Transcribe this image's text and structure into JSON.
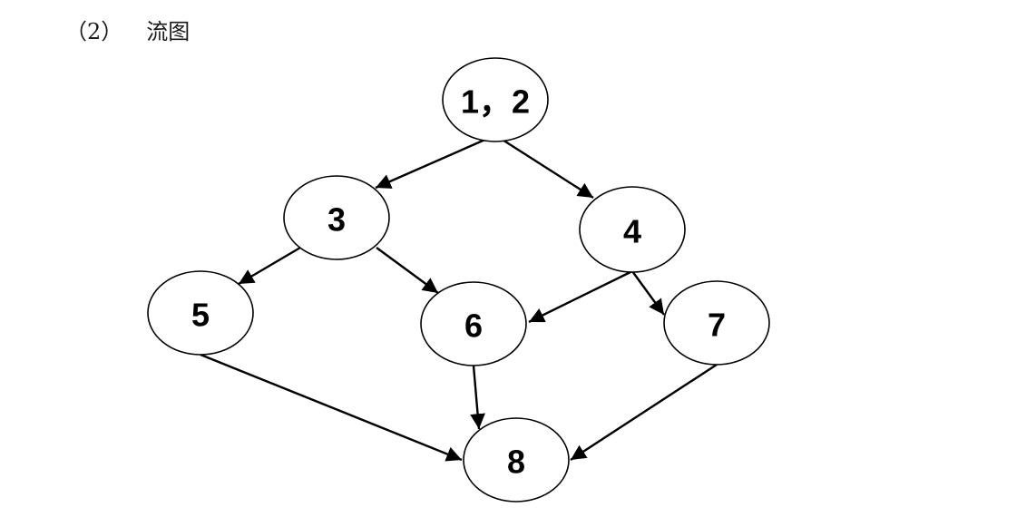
{
  "section": {
    "number": "（2）",
    "title": "流图"
  },
  "flow_graph": {
    "nodes": [
      {
        "id": "n12",
        "label": "1，2"
      },
      {
        "id": "n3",
        "label": "3"
      },
      {
        "id": "n4",
        "label": "4"
      },
      {
        "id": "n5",
        "label": "5"
      },
      {
        "id": "n6",
        "label": "6"
      },
      {
        "id": "n7",
        "label": "7"
      },
      {
        "id": "n8",
        "label": "8"
      }
    ],
    "edges": [
      {
        "from": "n12",
        "to": "n3"
      },
      {
        "from": "n12",
        "to": "n4"
      },
      {
        "from": "n3",
        "to": "n5"
      },
      {
        "from": "n3",
        "to": "n6"
      },
      {
        "from": "n4",
        "to": "n6"
      },
      {
        "from": "n4",
        "to": "n7"
      },
      {
        "from": "n5",
        "to": "n8"
      },
      {
        "from": "n6",
        "to": "n8"
      },
      {
        "from": "n7",
        "to": "n8"
      }
    ]
  }
}
